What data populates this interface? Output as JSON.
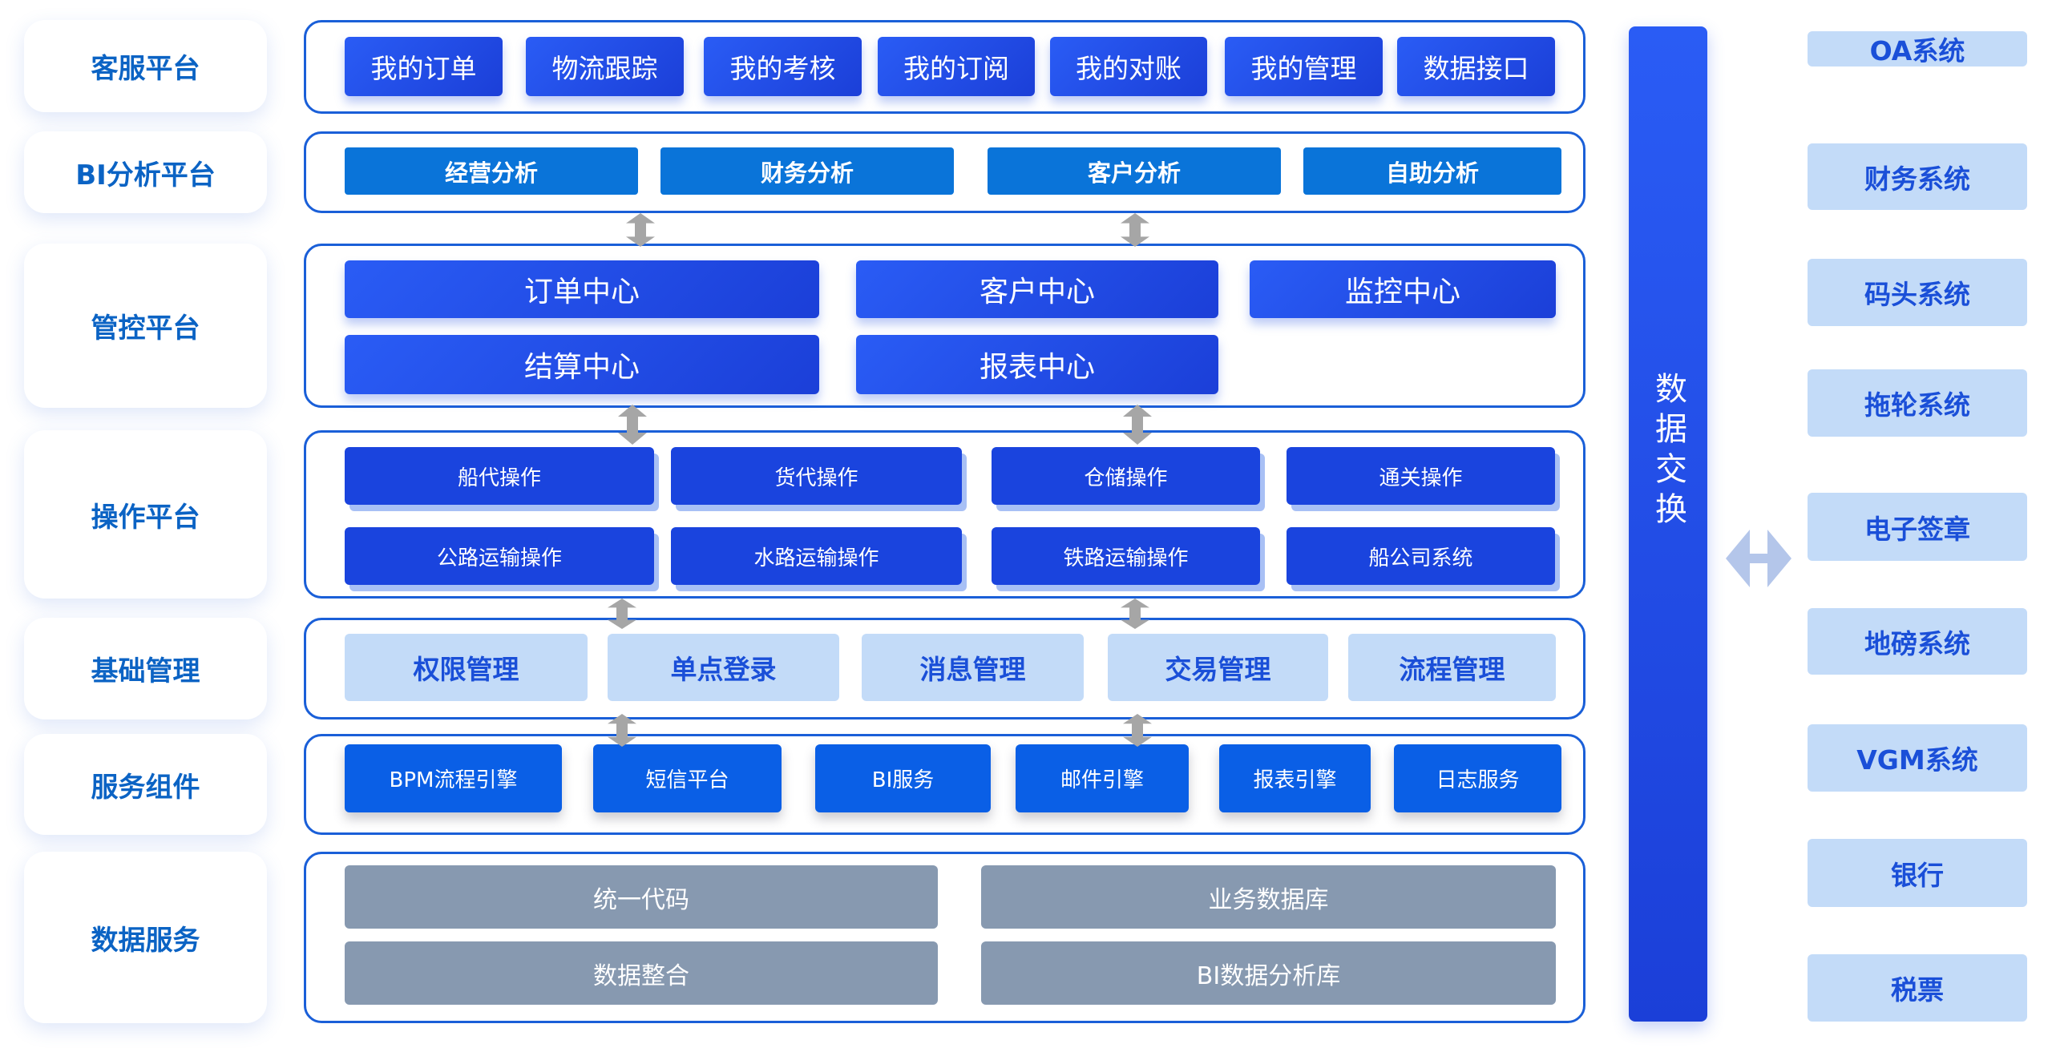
{
  "layers": {
    "kefu": {
      "label": "客服平台",
      "items": [
        "我的订单",
        "物流跟踪",
        "我的考核",
        "我的订阅",
        "我的对账",
        "我的管理",
        "数据接口"
      ]
    },
    "bi": {
      "label": "BI分析平台",
      "items": [
        "经营分析",
        "财务分析",
        "客户分析",
        "自助分析"
      ]
    },
    "guankong": {
      "label": "管控平台",
      "items": [
        "订单中心",
        "客户中心",
        "监控中心",
        "结算中心",
        "报表中心"
      ]
    },
    "caozuo": {
      "label": "操作平台",
      "items": [
        "船代操作",
        "货代操作",
        "仓储操作",
        "通关操作",
        "公路运输操作",
        "水路运输操作",
        "铁路运输操作",
        "船公司系统"
      ]
    },
    "jichu": {
      "label": "基础管理",
      "items": [
        "权限管理",
        "单点登录",
        "消息管理",
        "交易管理",
        "流程管理"
      ]
    },
    "fuwu": {
      "label": "服务组件",
      "items": [
        "BPM流程引擎",
        "短信平台",
        "BI服务",
        "邮件引擎",
        "报表引擎",
        "日志服务"
      ]
    },
    "shuju": {
      "label": "数据服务",
      "items": [
        "统一代码",
        "业务数据库",
        "数据整合",
        "BI数据分析库"
      ]
    }
  },
  "exchange": {
    "label": "数据交换"
  },
  "external": [
    "OA系统",
    "财务系统",
    "码头系统",
    "拖轮系统",
    "电子签章",
    "地磅系统",
    "VGM系统",
    "银行",
    "税票"
  ],
  "colors": {
    "frame": "#1a5fd8",
    "primary": "#1b3fd8",
    "bi": "#0a74d9",
    "light": "#c3dbf8",
    "gray": "#8799b0",
    "label": "#0b63c4"
  }
}
